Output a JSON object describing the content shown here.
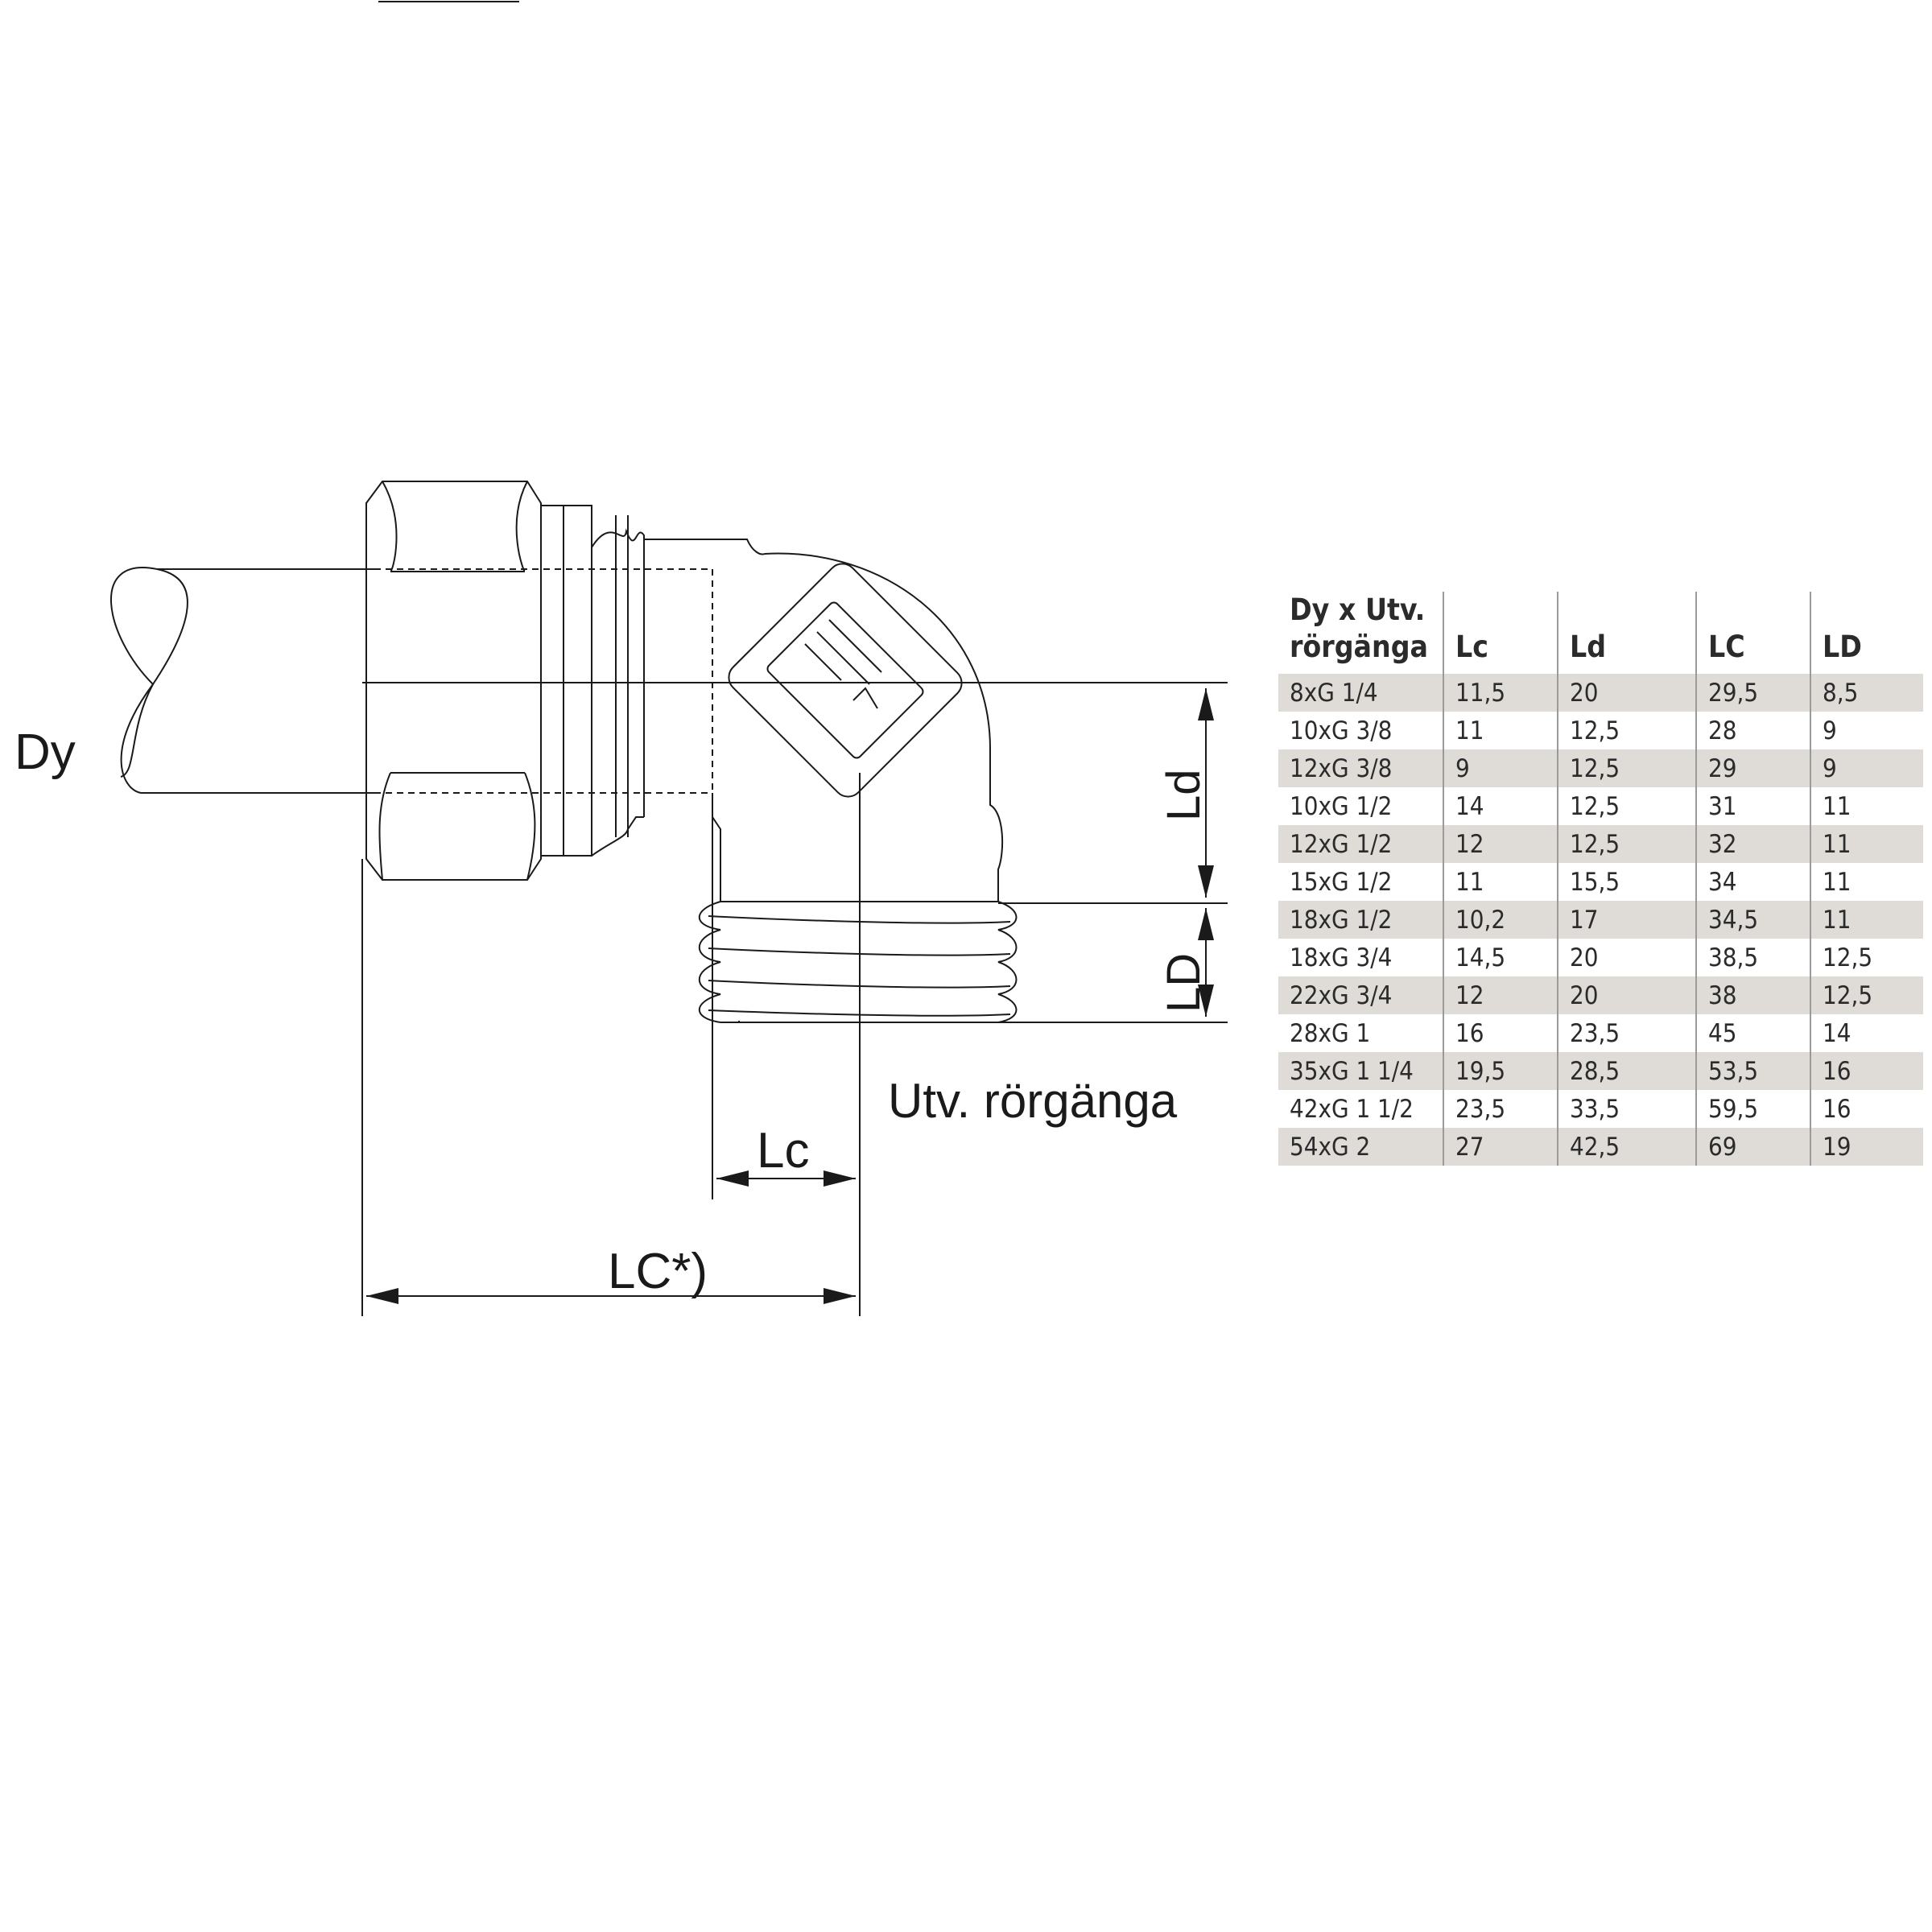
{
  "drawing": {
    "labels": {
      "dy": "Dy",
      "ld_small": "Ld",
      "ld_big": "LD",
      "lc_small": "Lc",
      "lc_big": "LC*)",
      "thread": "Utv. rörgänga"
    }
  },
  "table": {
    "headers": [
      "Dy x Utv. rörgänga",
      "Lc",
      "Ld",
      "LC",
      "LD"
    ],
    "rows": [
      [
        "8xG 1/4",
        "11,5",
        "20",
        "29,5",
        "8,5"
      ],
      [
        "10xG 3/8",
        "11",
        "12,5",
        "28",
        "9"
      ],
      [
        "12xG 3/8",
        "9",
        "12,5",
        "29",
        "9"
      ],
      [
        "10xG 1/2",
        "14",
        "12,5",
        "31",
        "11"
      ],
      [
        "12xG 1/2",
        "12",
        "12,5",
        "32",
        "11"
      ],
      [
        "15xG 1/2",
        "11",
        "15,5",
        "34",
        "11"
      ],
      [
        "18xG 1/2",
        "10,2",
        "17",
        "34,5",
        "11"
      ],
      [
        "18xG 3/4",
        "14,5",
        "20",
        "38,5",
        "12,5"
      ],
      [
        "22xG 3/4",
        "12",
        "20",
        "38",
        "12,5"
      ],
      [
        "28xG 1",
        "16",
        "23,5",
        "45",
        "14"
      ],
      [
        "35xG 1 1/4",
        "19,5",
        "28,5",
        "53,5",
        "16"
      ],
      [
        "42xG 1 1/2",
        "23,5",
        "33,5",
        "59,5",
        "16"
      ],
      [
        "54xG 2",
        "27",
        "42,5",
        "69",
        "19"
      ]
    ]
  }
}
